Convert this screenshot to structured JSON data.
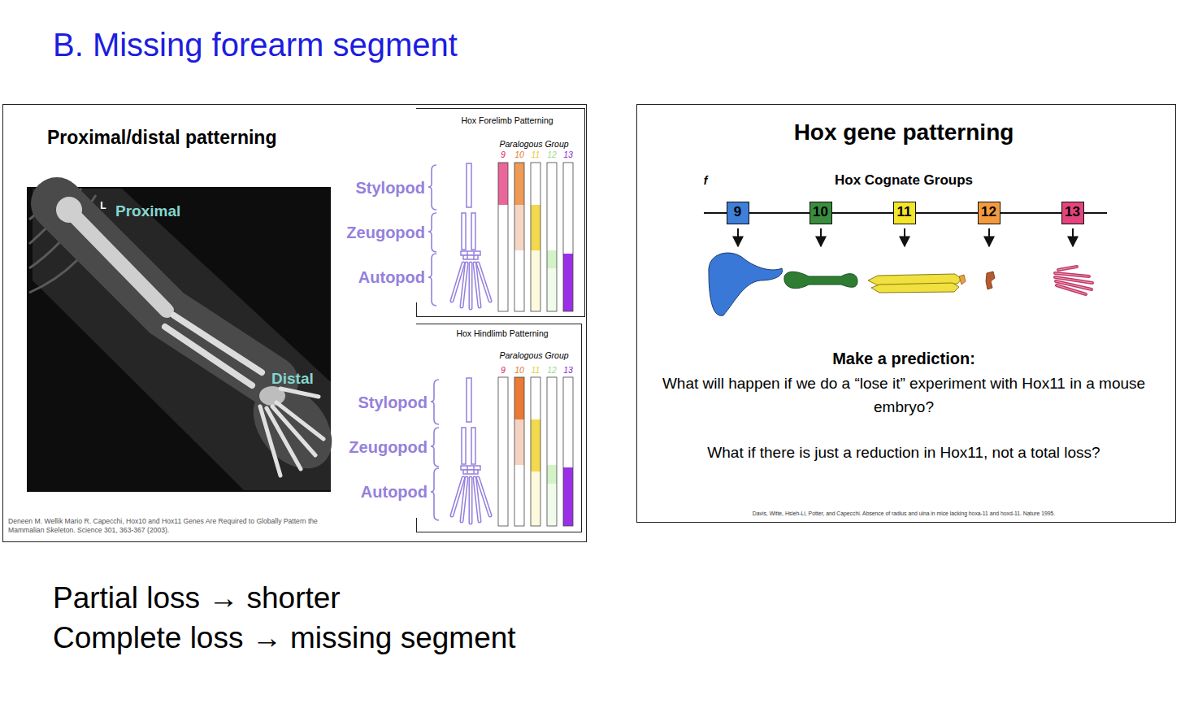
{
  "diagram": {
    "title": "B. Missing forearm segment",
    "nodes": [
      {
        "text": [
          "Proximal/distal patterning",
          "Deneen M. Wellik Mario R. Capecchi, Hox10 and Hox11 Genes Are Required to Globally Pattern the Mammalian Skeleton. Science 301, 363-367 (2003)."
        ]
      },
      {
        "text": [
          "Proximal",
          "Distal"
        ],
        "in": 0
      },
      {
        "text": [
          "L"
        ],
        "in": 1
      },
      {
        "text": [
          "Hox Forelimb Patterning",
          "Paralogous Group"
        ],
        "in": 0
      },
      {
        "text": [
          "Hox Hindlimb Patterning",
          "Paralogous Group"
        ],
        "in": 0
      },
      {
        "text": [
          "Hox gene patterning",
          "Make a prediction:",
          "What will happen if we do a “lose it” experiment with Hox11 in a mouse embryo?",
          "What if there is just a reduction in Hox11, not a total loss?",
          "Davis, Witte, Hsieh-Li, Potter, and Capecchi. Absence of radius and ulna in mice lacking hoxa-11 and hoxd-11. Nature 1995."
        ]
      },
      {
        "text": [
          "9"
        ],
        "in": 5
      },
      {
        "text": [
          "10"
        ],
        "in": 5
      },
      {
        "text": [
          "11"
        ],
        "in": 5
      },
      {
        "text": [
          "12"
        ],
        "in": 5
      },
      {
        "text": [
          "13"
        ],
        "in": 5
      }
    ],
    "edges": [
      {
        "from": 6,
        "to": 7,
        "arrow": "none"
      },
      {
        "from": 7,
        "to": 8,
        "arrow": "none"
      },
      {
        "from": 8,
        "to": 9,
        "arrow": "none"
      },
      {
        "from": 9,
        "to": 10,
        "arrow": "none"
      }
    ],
    "labels": [
      "Stylopod",
      "Zeugopod",
      "Autopod",
      "9",
      "10",
      "11",
      "12",
      "13",
      "Stylopod",
      "Zeugopod",
      "Autopod",
      "9",
      "10",
      "11",
      "12",
      "13",
      "f",
      "Hox Cognate Groups",
      "Partial loss → shorter",
      "Complete loss → missing segment"
    ]
  }
}
